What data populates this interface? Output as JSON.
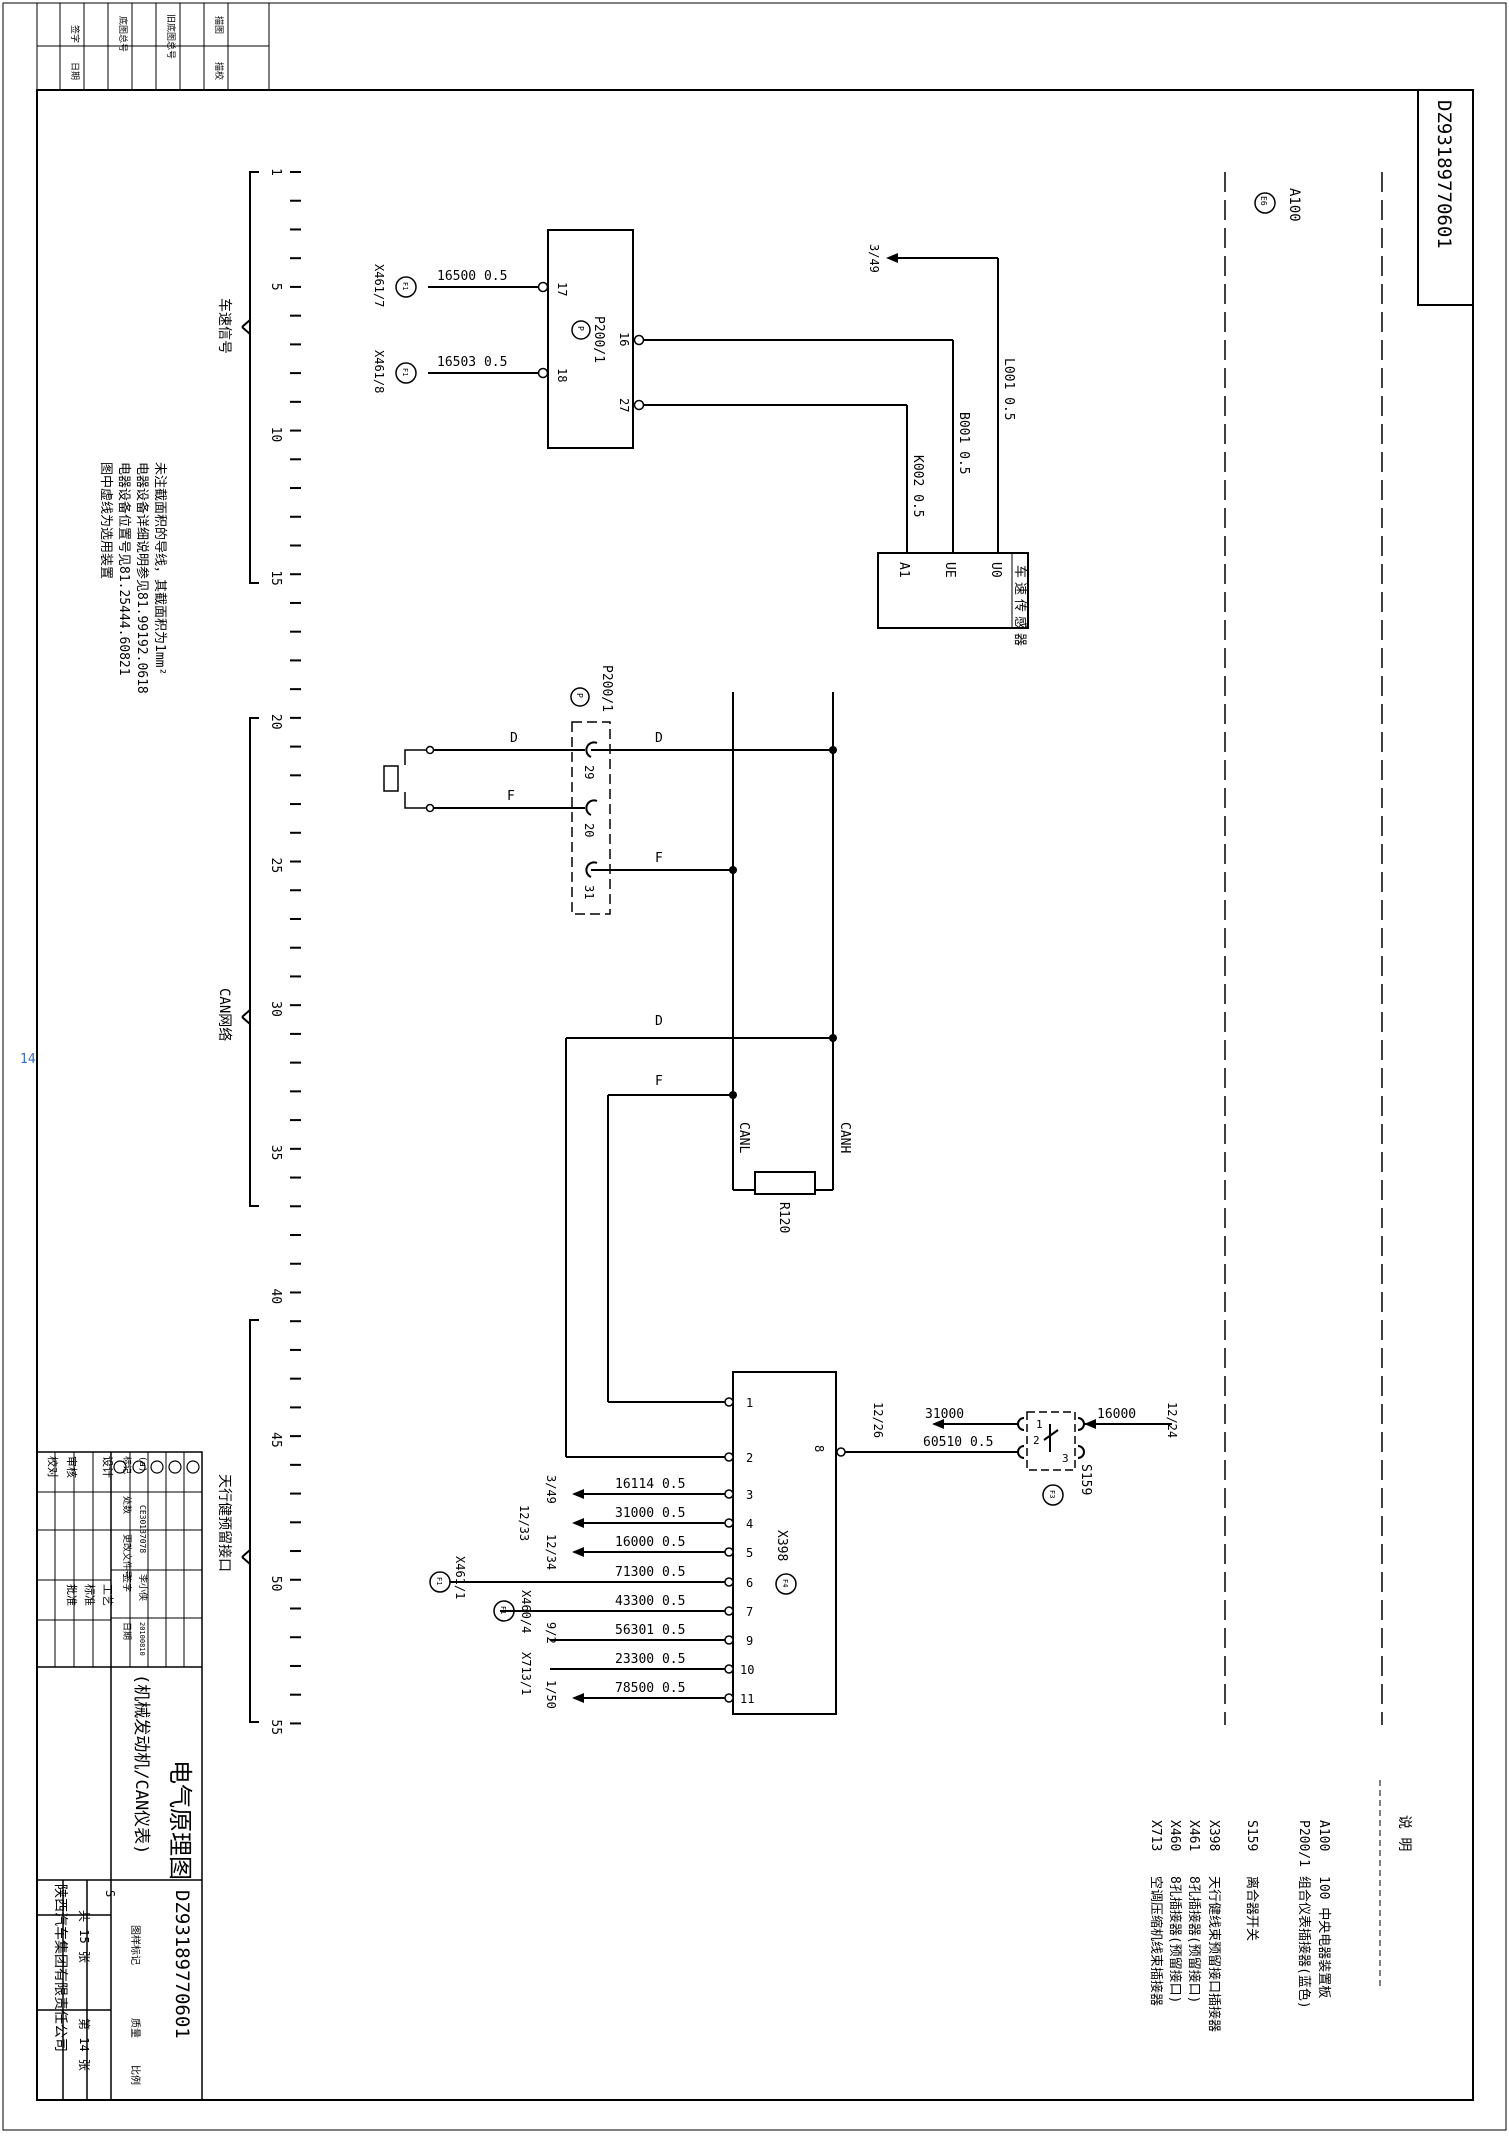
{
  "drawing_no": "DZ93189770601",
  "page_number": "14",
  "scale_labels": [
    "1",
    "5",
    "10",
    "15",
    "20",
    "25",
    "30",
    "35",
    "40",
    "45",
    "50",
    "55"
  ],
  "section_labels": {
    "speed": "车速信号",
    "can": "CAN网络",
    "crane": "天行健预留接口"
  },
  "notes": [
    "未注截面积的导线，其截面积为1mm²",
    "电器设备详细说明参见81.99192.0618",
    "电器设备位置号见81.25444.60821",
    "图中虚线为选用装置"
  ],
  "legend": {
    "heading": "说  明",
    "items": [
      {
        "code": "A100",
        "desc": "100 中央电器装置板"
      },
      {
        "code": "P200/1",
        "desc": "组合仪表插接器(蓝色)"
      },
      {
        "code": "S159",
        "desc": "离合器开关"
      },
      {
        "code": "X398",
        "desc": "天行健线束预留接口插接器"
      },
      {
        "code": "X461",
        "desc": "8孔插接器(预留接口)"
      },
      {
        "code": "X460",
        "desc": "8孔插接器(预留接口)"
      },
      {
        "code": "X713",
        "desc": "空调压缩机线束插接器"
      }
    ]
  },
  "title_block": {
    "title_line1": "电气原理图",
    "title_line2": "(机械发动机/CAN仪表)",
    "company": "陕西汽车集团有限责任公司",
    "total_sheets": "共 15 张",
    "sheet_no": "第 14 张",
    "stage_mark": "S",
    "headers": [
      "图样标记",
      "质量",
      "比例"
    ],
    "roles": [
      "设计",
      "校对",
      "审核",
      "工艺",
      "标准",
      "批准"
    ],
    "rev_cols": [
      "标记",
      "处数",
      "更改文件号",
      "签字",
      "日期"
    ],
    "rev_row": [
      "(a)",
      "",
      "CE30137078",
      "李小侠",
      "20100810"
    ]
  },
  "top_table": [
    "签字",
    "日期",
    "底图总号",
    "旧底图总号",
    "描图",
    "描校"
  ],
  "components": {
    "a100": "A100",
    "a100_badge": "E6",
    "p200_label": "P200/1",
    "p200_badge": "P",
    "sensor_pins": [
      "U0",
      "UE",
      "A1"
    ],
    "sensor_name": "车速传感器",
    "r120": "R120",
    "x398": "X398",
    "x398_badge": "F4",
    "s159": "S159",
    "s159_badge": "F3",
    "x461_7": "X461/7",
    "x461_8": "X461/8",
    "x461_1": "X461/1",
    "x460_4": "X460/4",
    "x713_1": "X713/1",
    "badge_f1": "F1"
  },
  "wires": {
    "w16500": "16500 0.5",
    "w16503": "16503 0.5",
    "l001": "L001 0.5",
    "b001": "B001 0.5",
    "k002": "K002 0.5",
    "ref_349a": "3/49",
    "canh": "CANH",
    "canl": "CANL",
    "d": "D",
    "f": "F",
    "w31000": "31000",
    "w60510": "60510 0.5",
    "w16000": "16000",
    "ref_1226": "12/26",
    "ref_1224": "12/24",
    "x398_wires": [
      "16114 0.5",
      "31000 0.5",
      "16000 0.5",
      "71300 0.5",
      "43300 0.5",
      "56301 0.5",
      "23300 0.5",
      "78500 0.5"
    ],
    "x398_refs": [
      "3/49",
      "12/33",
      "12/34",
      "9/2",
      "1/50"
    ]
  },
  "pins": {
    "p200": [
      "17",
      "16",
      "18",
      "27",
      "29",
      "20",
      "31"
    ],
    "x398": [
      "1",
      "2",
      "3",
      "4",
      "5",
      "6",
      "7",
      "9",
      "10",
      "11",
      "8"
    ],
    "s159": [
      "1",
      "2",
      "3"
    ]
  }
}
